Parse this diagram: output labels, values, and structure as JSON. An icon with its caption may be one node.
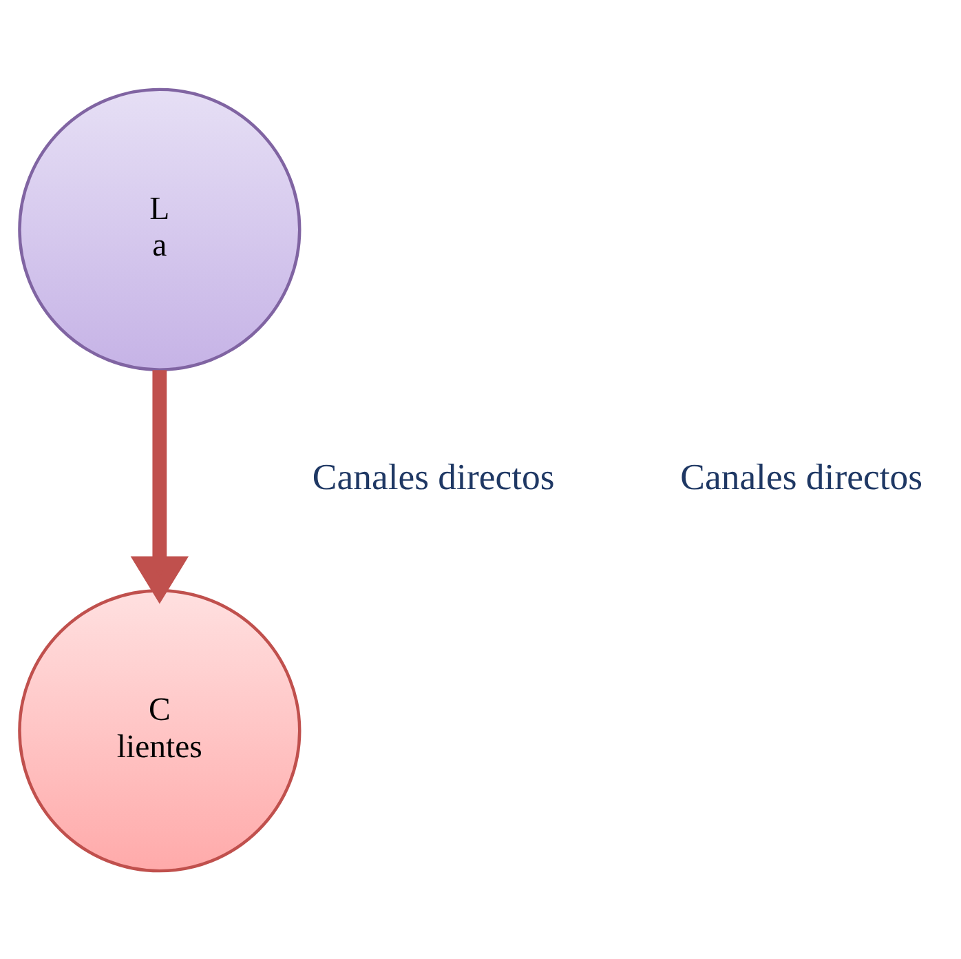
{
  "diagram": {
    "nodes": [
      {
        "text": [
          "L",
          "a"
        ]
      },
      {
        "text": [
          "C",
          "lientes"
        ]
      }
    ],
    "edges": [
      {
        "from": 0,
        "to": 1,
        "arrow": "to",
        "color": "#c0504d"
      }
    ],
    "labels": [
      "Canales directos",
      "Canales directos"
    ]
  }
}
